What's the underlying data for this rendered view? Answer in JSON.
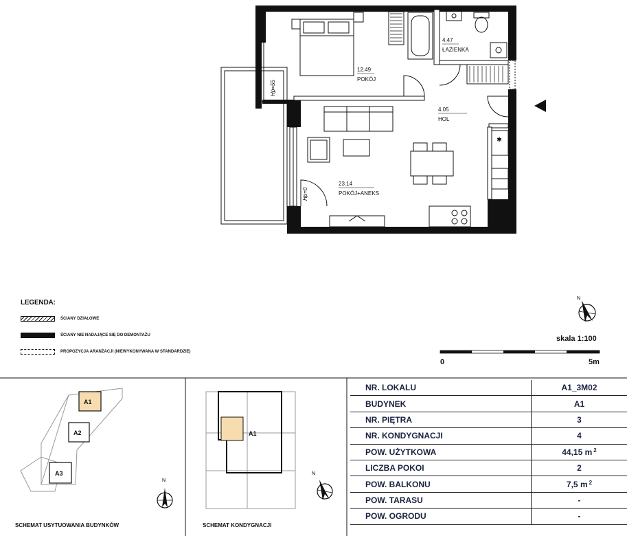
{
  "rooms": [
    {
      "area": "12.49",
      "name": "POKÓJ"
    },
    {
      "area": "4.47",
      "name": "ŁAZIENKA"
    },
    {
      "area": "4.05",
      "name": "HOL"
    },
    {
      "area": "23.14",
      "name": "POKÓJ+ANEKS"
    }
  ],
  "heights": {
    "balcony": "Hp=55",
    "door": "Hp=0"
  },
  "legend": {
    "title": "LEGENDA:",
    "items": [
      {
        "label": "ŚCIANY DZIAŁOWE"
      },
      {
        "label": "ŚCIANY NIE NADAJĄCE SIĘ DO DEMONTAŻU"
      },
      {
        "label": "PROPOZYCJA ARANŻACJI (NIEWYKONYWANA W STANDARDZIE)"
      }
    ]
  },
  "scale": {
    "label": "skala 1:100",
    "start": "0",
    "end": "5m"
  },
  "north_label": "N",
  "schemas": {
    "site_caption": "SCHEMAT  USYTUOWANIA BUDYNKÓW",
    "floor_caption": "SCHEMAT  KONDYGNACJI",
    "buildings": [
      "A1",
      "A2",
      "A3"
    ],
    "floor_building": "A1"
  },
  "table": [
    {
      "label": "NR. LOKALU",
      "value": "A1_3M02"
    },
    {
      "label": "BUDYNEK",
      "value": "A1"
    },
    {
      "label": "NR. PIĘTRA",
      "value": "3"
    },
    {
      "label": "NR. KONDYGNACJI",
      "value": "4"
    },
    {
      "label": "POW. UŻYTKOWA",
      "value": "44,15 m",
      "sup": "2"
    },
    {
      "label": "LICZBA POKOI",
      "value": "2"
    },
    {
      "label": "POW. BALKONU",
      "value": "7,5 m",
      "sup": "2"
    },
    {
      "label": "POW. TARASU",
      "value": "-"
    },
    {
      "label": "POW. OGRODU",
      "value": "-"
    }
  ],
  "colors": {
    "wall": "#111111",
    "highlight": "#f6dcae",
    "text_dark": "#1a2340"
  }
}
